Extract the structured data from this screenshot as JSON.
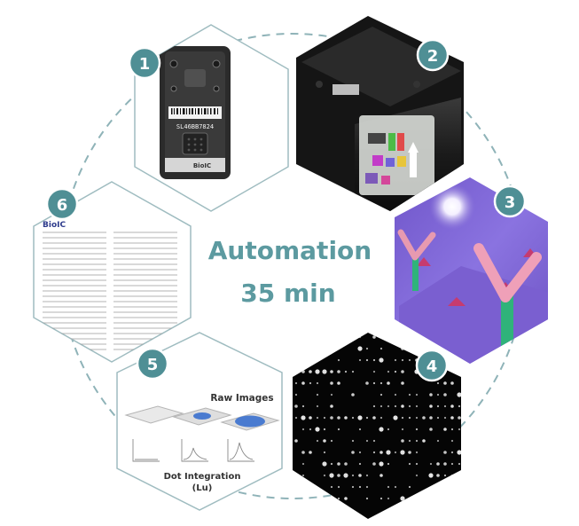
{
  "center": {
    "line1": "Automation",
    "line2": "35 min",
    "color": "#5c9aa0"
  },
  "badge_color": "#4f8f95",
  "steps": [
    {
      "number": "1",
      "name": "chip-cartridge"
    },
    {
      "number": "2",
      "name": "instrument-loading"
    },
    {
      "number": "3",
      "name": "antibody-binding"
    },
    {
      "number": "4",
      "name": "dot-array-imaging"
    },
    {
      "number": "5",
      "name": "image-processing"
    },
    {
      "number": "6",
      "name": "report"
    }
  ],
  "chip": {
    "barcode_text": "SL46BB7824",
    "logo": "BioIC"
  },
  "step5": {
    "raw_images_label": "Raw Images",
    "integration_line1": "Dot Integration",
    "integration_line2": "(Lu)"
  },
  "report": {
    "logo": "BioIC"
  }
}
